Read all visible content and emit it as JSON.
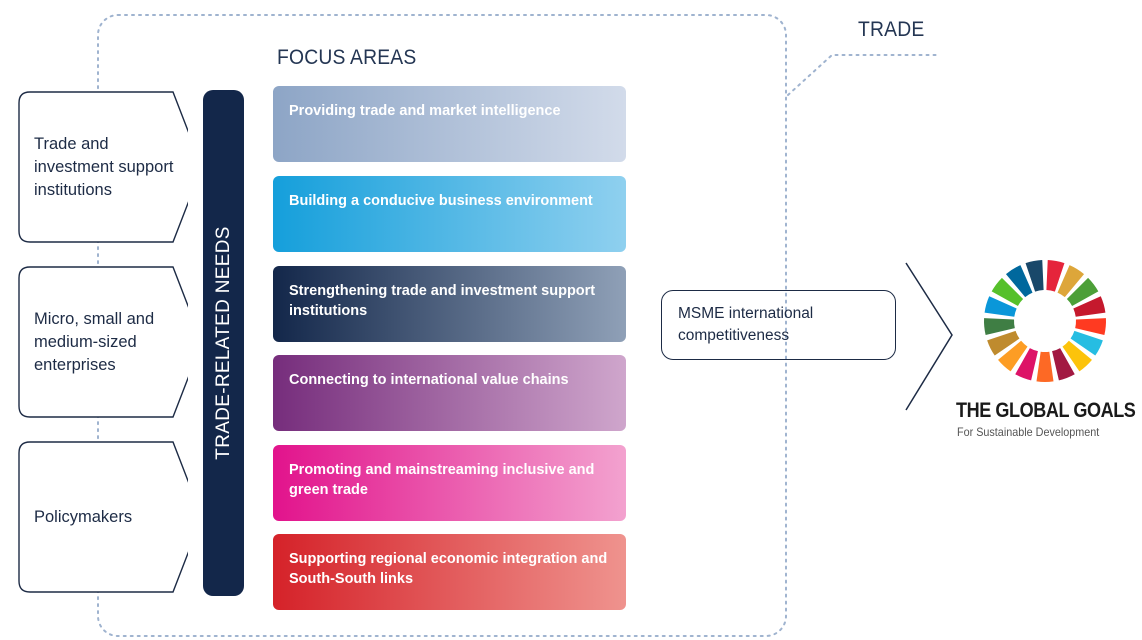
{
  "trade_label": "TRADE",
  "focus_areas_heading": "FOCUS AREAS",
  "stakeholders": [
    {
      "label": "Trade and investment support institutions"
    },
    {
      "label": "Micro, small and medium-sized enterprises"
    },
    {
      "label": "Policymakers"
    }
  ],
  "needs_label": "TRADE-RELATED NEEDS",
  "focus_areas": [
    {
      "label": "Providing trade and market intelligence"
    },
    {
      "label": "Building a conducive business environment"
    },
    {
      "label": "Strengthening trade and investment support institutions"
    },
    {
      "label": "Connecting to international value chains"
    },
    {
      "label": "Promoting and mainstreaming inclusive and green trade"
    },
    {
      "label": "Supporting regional economic integration and South-South links"
    }
  ],
  "outcome": "MSME international competitiveness",
  "global_goals": {
    "title": "THE GLOBAL GOALS",
    "subtitle": "For Sustainable Development",
    "wheel_colors": [
      "#e5243b",
      "#dda63a",
      "#4c9f38",
      "#c5192d",
      "#ff3a21",
      "#26bde2",
      "#fcc30b",
      "#a21942",
      "#fd6925",
      "#dd1367",
      "#fd9d24",
      "#bf8b2e",
      "#3f7e44",
      "#0a97d9",
      "#56c02b",
      "#00689d",
      "#19486a"
    ]
  },
  "colors": {
    "navy": "#13274a",
    "line": "#9fb3cf"
  }
}
